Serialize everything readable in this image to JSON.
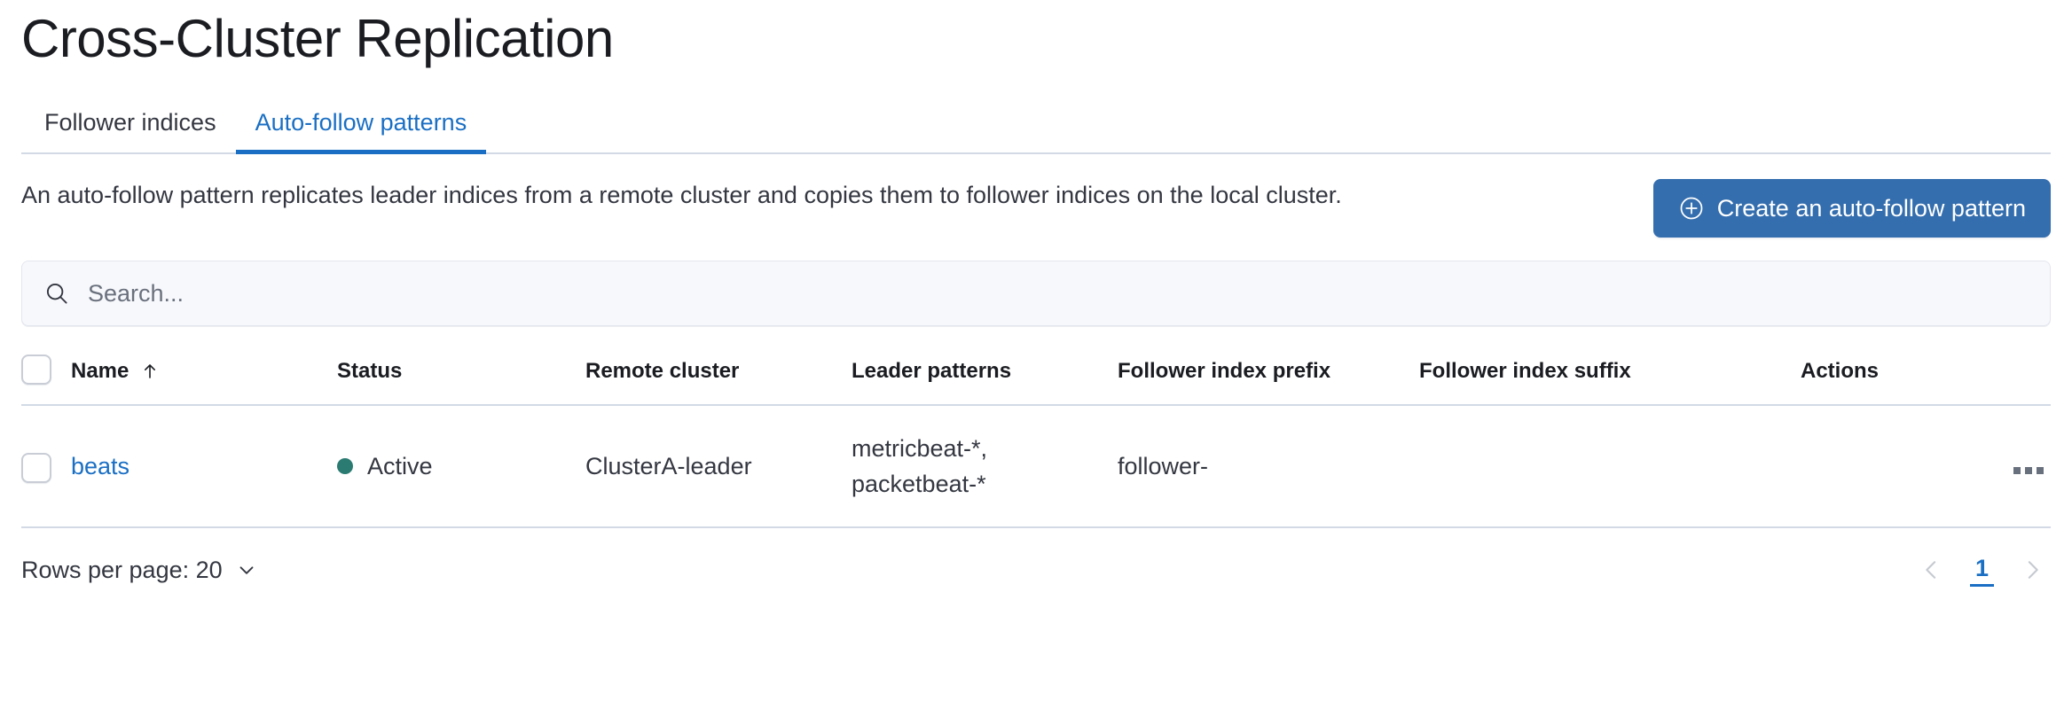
{
  "page": {
    "title": "Cross-Cluster Replication"
  },
  "tabs": [
    {
      "label": "Follower indices",
      "selected": false
    },
    {
      "label": "Auto-follow patterns",
      "selected": true
    }
  ],
  "description": "An auto-follow pattern replicates leader indices from a remote cluster and copies them to follower indices on the local cluster.",
  "create_button": {
    "label": "Create an auto-follow pattern",
    "icon": "plus-in-circle-icon",
    "color": "#346eae"
  },
  "search": {
    "placeholder": "Search...",
    "value": "",
    "icon": "search-icon"
  },
  "table": {
    "columns": [
      "Name",
      "Status",
      "Remote cluster",
      "Leader patterns",
      "Follower index prefix",
      "Follower index suffix",
      "Actions"
    ],
    "sort": {
      "column": "Name",
      "direction": "asc",
      "icon": "arrow-up-icon"
    },
    "rows": [
      {
        "name": "beats",
        "status": "Active",
        "status_color": "#2b7b72",
        "remote_cluster": "ClusterA-leader",
        "leader_patterns": "metricbeat-*, packetbeat-*",
        "leader_patterns_lines": [
          "metricbeat-*,",
          "packetbeat-*"
        ],
        "follower_index_prefix": "follower-",
        "follower_index_suffix": "",
        "actions_icon": "boxes-horizontal-icon"
      }
    ]
  },
  "footer": {
    "rows_per_page_label": "Rows per page: 20",
    "pagination": {
      "prev_icon": "chevron-left-icon",
      "next_icon": "chevron-right-icon",
      "pages": [
        "1"
      ],
      "current": "1"
    }
  },
  "theme": {
    "link": "#1a6fc4",
    "text": "#343741",
    "border": "#d3dae6"
  }
}
